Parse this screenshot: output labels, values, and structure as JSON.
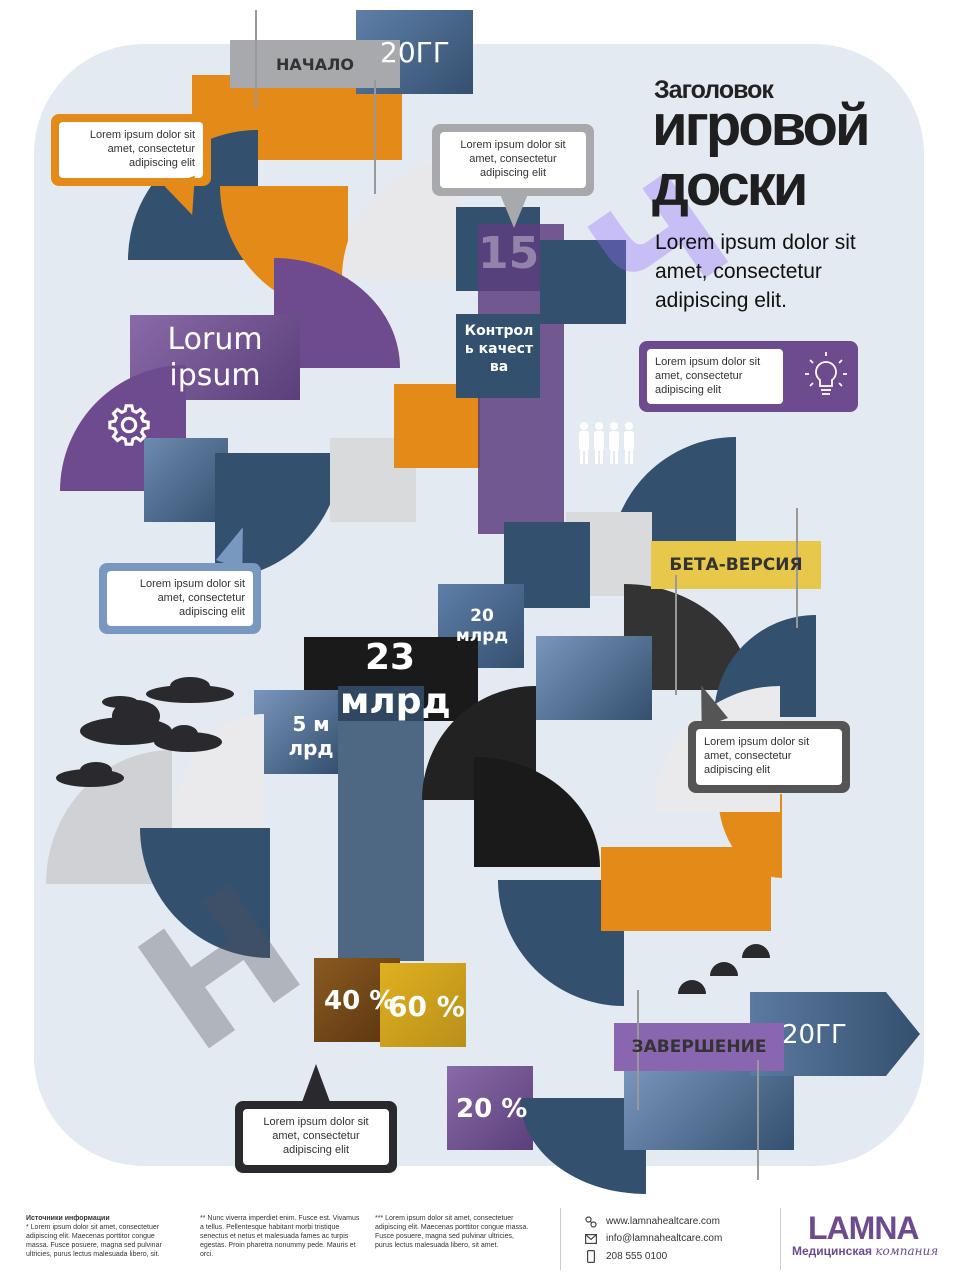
{
  "title": {
    "small": "Заголовок",
    "line1": "игровой",
    "line2": "доски",
    "subtitle": "Lorem ipsum dolor sit amet, consectetur adipiscing elit."
  },
  "tags": {
    "start": "НАЧАЛО",
    "year_top": "20ГГ",
    "beta": "БЕТА-ВЕРСИЯ",
    "finish": "ЗАВЕРШЕНИЕ",
    "year_bottom": "20ГГ",
    "quality_control": "Контроль качества",
    "lorum_ipsum": "Lorum ipsum"
  },
  "numbers": {
    "n15": "15",
    "n20bn": "20 млрд",
    "n23bn": "23 млрд",
    "n5bn": "5 млрд",
    "pct40": "40 %",
    "pct60": "60 %",
    "pct20": "20 %"
  },
  "bubbles": {
    "b1": "Lorem ipsum dolor sit amet, consectetur adipiscing elit",
    "b2": "Lorem ipsum dolor sit amet, consectetur adipiscing elit",
    "b3": "Lorem ipsum dolor sit amet, consectetur adipiscing elit",
    "b4": "Lorem ipsum dolor sit amet, consectetur adipiscing elit",
    "b5": "Lorem ipsum dolor sit amet, consectetur adipiscing elit",
    "b6": "Lorem ipsum dolor sit amet, consectetur adipiscing elit"
  },
  "footer": {
    "sources_title": "Источники информации",
    "col1": "* Lorem ipsum dolor sit amet, consectetuer adipiscing elit. Maecenas porttitor congue massa. Fusce posuere, magna sed pulvinar ultricies, purus lectus malesuada libero, sit.",
    "col2": "** Nunc viverra imperdiet enim. Fusce est. Vivamus a tellus. Pellentesque habitant morbi tristique senectus et netus et malesuada fames ac turpis egestas. Proin pharetra nonummy pede. Mauris et orci.",
    "col3": "*** Lorem ipsum dolor sit amet, consectetuer adipiscing elit. Maecenas porttitor congue massa. Fusce posuere, magna sed pulvinar ultricies, purus lectus malesuada libero, sit amet.",
    "website": "www.lamnahealtcare.com",
    "email": "info@lamnahealtcare.com",
    "phone": "208 555 0100",
    "logo": "LAMNA",
    "logo_sub1": "Медицинская",
    "logo_sub2": "компания"
  },
  "colors": {
    "navy": "#34506f",
    "orange": "#e48a18",
    "purple": "#6e4b8e",
    "gold": "#d8a520",
    "board": "#e4eaf2"
  }
}
